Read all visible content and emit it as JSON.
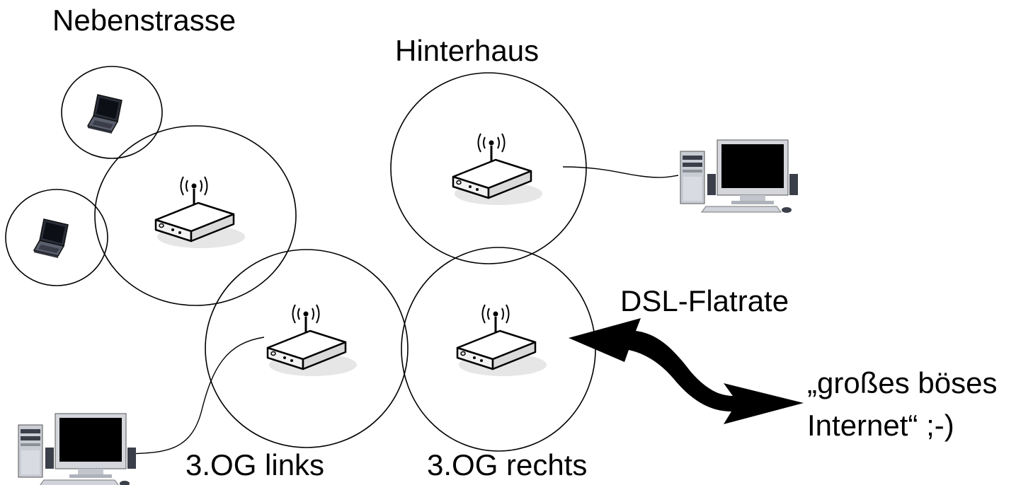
{
  "labels": {
    "nebenstrasse": "Nebenstrasse",
    "hinterhaus": "Hinterhaus",
    "dsl": "DSL-Flatrate",
    "internet_line1": "„großes böses",
    "internet_line2": "Internet“ ;-)",
    "og_links": "3.OG links",
    "og_rechts": "3.OG rechts"
  },
  "icons": {
    "router": "wireless-router-icon",
    "laptop": "laptop-icon",
    "desktop": "desktop-computer-icon",
    "arrow": "double-headed-arrow"
  }
}
